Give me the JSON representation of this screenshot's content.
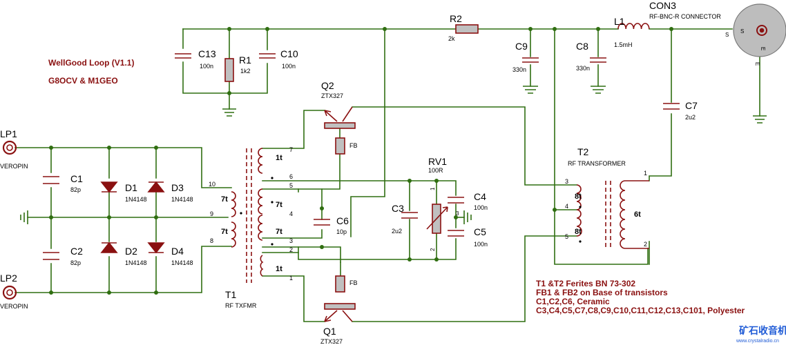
{
  "colors": {
    "wire": "#2f6e10",
    "comp": "#8a1010",
    "fill": "#c0c0c0",
    "body": "#bdbdbd",
    "title": "#8a1010",
    "label": "#000000",
    "watermark": "#1f5bd6"
  },
  "title": {
    "line1": "WellGood Loop (V1.1)",
    "line2": "G8OCV & M1GEO"
  },
  "notes": [
    "T1 &T2 Ferites BN 73-302",
    "FB1 & FB2 on Base of transistors",
    "C1,C2,C6, Ceramic",
    "C3,C4,C5,C7,C8,C9,C10,C11,C12,C13,C101, Polyester"
  ],
  "terminals": {
    "lp1": {
      "ref": "LP1",
      "type": "VEROPIN"
    },
    "lp2": {
      "ref": "LP2",
      "type": "VEROPIN"
    }
  },
  "components": {
    "c1": {
      "ref": "C1",
      "value": "82p"
    },
    "c2": {
      "ref": "C2",
      "value": "82p"
    },
    "d1": {
      "ref": "D1",
      "value": "1N4148"
    },
    "d2": {
      "ref": "D2",
      "value": "1N4148"
    },
    "d3": {
      "ref": "D3",
      "value": "1N4148"
    },
    "d4": {
      "ref": "D4",
      "value": "1N4148"
    },
    "c13": {
      "ref": "C13",
      "value": "100n"
    },
    "r1": {
      "ref": "R1",
      "value": "1k2"
    },
    "c10": {
      "ref": "C10",
      "value": "100n"
    },
    "r2": {
      "ref": "R2",
      "value": "2k"
    },
    "c9": {
      "ref": "C9",
      "value": "330n"
    },
    "c8": {
      "ref": "C8",
      "value": "330n"
    },
    "l1": {
      "ref": "L1",
      "value": "1.5mH"
    },
    "con3": {
      "ref": "CON3",
      "value": "RF-BNC-R CONNECTOR",
      "pin_s": "S",
      "pin_e": "E"
    },
    "c7": {
      "ref": "C7",
      "value": "2u2"
    },
    "q2": {
      "ref": "Q2",
      "value": "ZTX327"
    },
    "q1": {
      "ref": "Q1",
      "value": "ZTX327"
    },
    "fb": {
      "label": "FB"
    },
    "c6": {
      "ref": "C6",
      "value": "10p"
    },
    "c3": {
      "ref": "C3",
      "value": "2u2"
    },
    "rv1": {
      "ref": "RV1",
      "value": "100R"
    },
    "c4": {
      "ref": "C4",
      "value": "100n"
    },
    "c5": {
      "ref": "C5",
      "value": "100n"
    },
    "t1": {
      "ref": "T1",
      "value": "RF TXFMR",
      "turns": [
        "1t",
        "7t",
        "7t",
        "7t",
        "7t",
        "1t"
      ],
      "pins": [
        "10",
        "9",
        "8",
        "7",
        "6",
        "5",
        "4",
        "3",
        "2",
        "1"
      ]
    },
    "t2": {
      "ref": "T2",
      "value": "RF TRANSFORMER",
      "turns": [
        "8t",
        "8t",
        "6t"
      ],
      "pins": [
        "3",
        "4",
        "5",
        "1",
        "2"
      ]
    }
  },
  "watermark": {
    "main": "矿石收音机",
    "sub": "www.crystalradio.cn"
  }
}
